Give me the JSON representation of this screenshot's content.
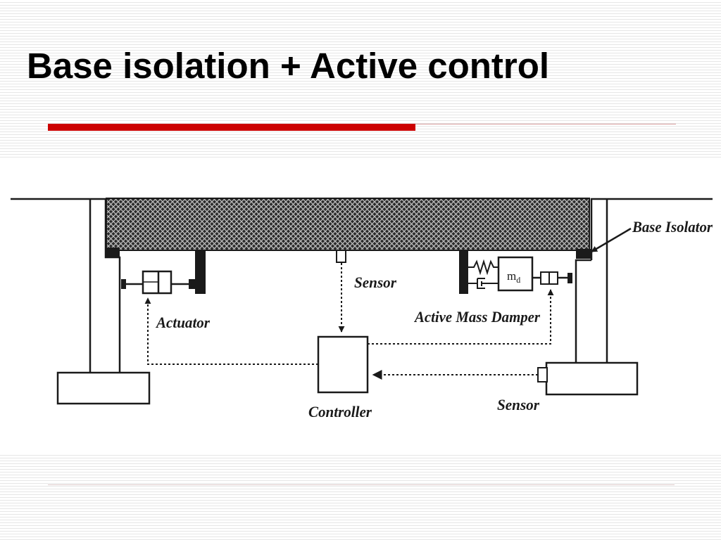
{
  "slide": {
    "title": "Base isolation + Active control"
  },
  "diagram": {
    "labels": {
      "base_isolator": "Base Isolator",
      "sensor_top": "Sensor",
      "actuator": "Actuator",
      "active_mass_damper": "Active Mass Damper",
      "controller": "Controller",
      "sensor_bottom": "Sensor",
      "damper_mass": "m",
      "damper_mass_subscript": "d"
    }
  },
  "colors": {
    "accent_red": "#cc0000",
    "background": "#ffffff",
    "line": "#1a1a1a"
  }
}
